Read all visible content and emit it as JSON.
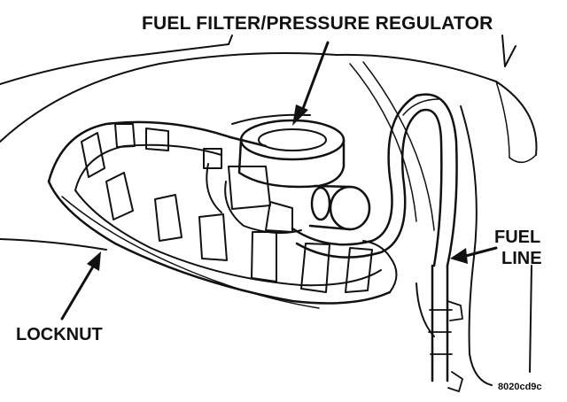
{
  "labels": {
    "title": "FUEL FILTER/PRESSURE REGULATOR",
    "fuel_line_1": "FUEL",
    "fuel_line_2": "LINE",
    "locknut": "LOCKNUT",
    "figure_code": "8020cd9c"
  },
  "colors": {
    "ink": "#111111",
    "background": "#ffffff"
  }
}
